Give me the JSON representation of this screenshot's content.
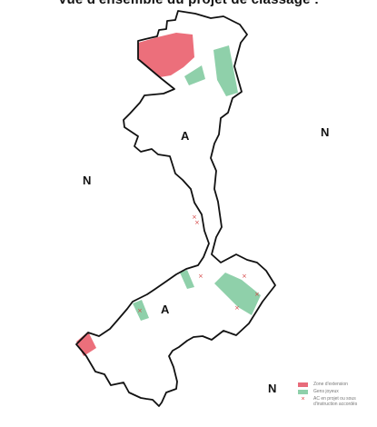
{
  "title": "Vue d'ensemble du projet de classage :",
  "zones": {
    "a_north": "A",
    "a_south": "A",
    "n_west": "N",
    "n_east": "N",
    "n_south": "N"
  },
  "legend": {
    "items": [
      {
        "type": "swatch",
        "color": "#e86b7a",
        "label": "Zone d'extension"
      },
      {
        "type": "swatch",
        "color": "#8fd0aa",
        "label": "Gens joyeux"
      },
      {
        "type": "cross",
        "color": "#d44444",
        "label": "AC en projet ou sous d'instruction accordés"
      }
    ]
  },
  "colors": {
    "extension_zone": "#ec6f7b",
    "green_area": "#8fd0aa",
    "boundary": "#111111",
    "marker": "#d44444"
  }
}
